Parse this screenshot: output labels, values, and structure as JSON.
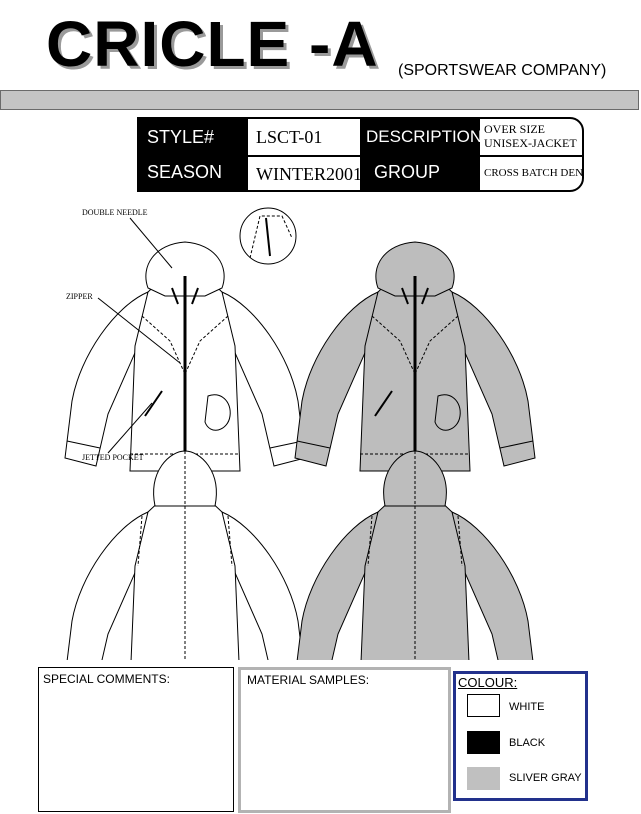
{
  "header": {
    "brand": "CRICLE -A",
    "tagline": "(SPORTSWEAR COMPANY)"
  },
  "spec": {
    "style_label": "STYLE#",
    "style_value": "LSCT-01",
    "description_label": "DESCRIPTION",
    "description_value": [
      "OVER SIZE",
      "UNISEX-JACKET"
    ],
    "season_label": "SEASON",
    "season_value": "WINTER2001",
    "group_label": "GROUP",
    "group_value": "CROSS BATCH DENIM"
  },
  "callouts": {
    "double_needle": "DOUBLE NEEDLE",
    "zipper": "ZIPPER",
    "jetted_pocket": "JETTED POCKET"
  },
  "panels": {
    "comments_label": "SPECIAL COMMENTS:",
    "samples_label": "MATERIAL SAMPLES:",
    "colour_label": "COLOUR:"
  },
  "colours": [
    {
      "name": "WHITE",
      "hex": "#ffffff"
    },
    {
      "name": "BLACK",
      "hex": "#000000"
    },
    {
      "name": "SLIVER GRAY",
      "hex": "#c0c0c0"
    }
  ]
}
